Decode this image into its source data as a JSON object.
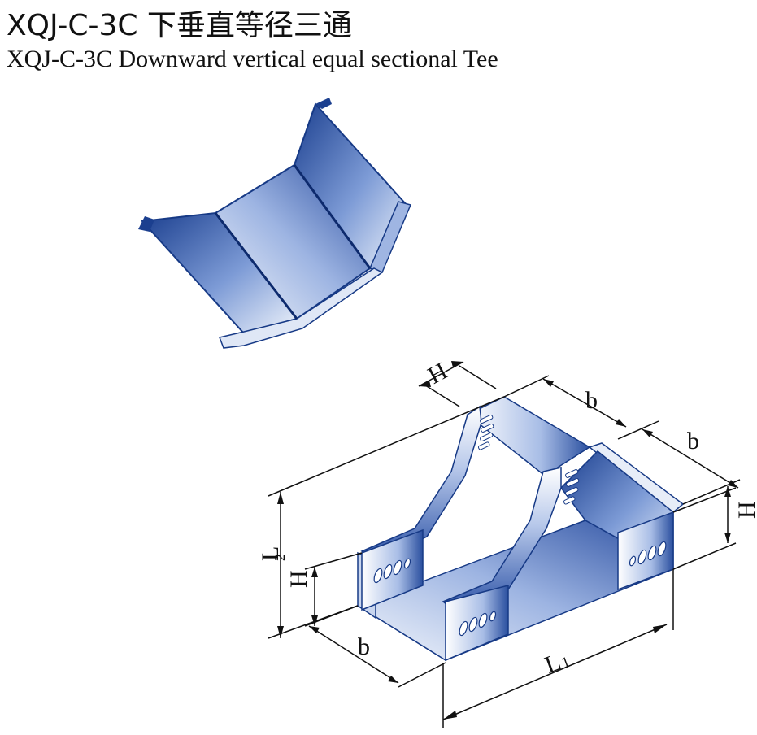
{
  "title": {
    "model_cn": "XQJ-C-3C 下垂直等径三通",
    "model_en": "XQJ-C-3C  Downward vertical equal sectional Tee"
  },
  "dimensions": {
    "h_top": "H",
    "b_top": "b",
    "b_right": "b",
    "h_right": "H",
    "l2": "L",
    "l2_sub": "2",
    "h_left": "H",
    "b_bottom": "b",
    "l1": "L",
    "l1_sub": "1"
  },
  "colors": {
    "metal_dark": "#1b3f8f",
    "metal_mid": "#6f8fcf",
    "metal_light": "#e8eef8"
  }
}
